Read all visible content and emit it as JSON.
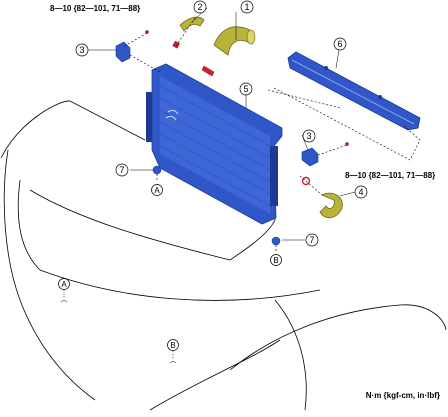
{
  "torque_spec_top": "8—10 {82—101, 71—88}",
  "torque_spec_right": "8—10 {82—101, 71—88}",
  "units_note": "N·m {kgf-cm, in·lbf}",
  "callouts": [
    "1",
    "2",
    "3",
    "3",
    "4",
    "5",
    "6",
    "7",
    "7"
  ],
  "location_letters": [
    "A",
    "B",
    "A",
    "B"
  ],
  "colors": {
    "radiator_blue": "#2f57c8",
    "radiator_dark": "#1c3a96",
    "hose_yellow": "#b8b43a",
    "bolt_red": "#d3202e"
  }
}
